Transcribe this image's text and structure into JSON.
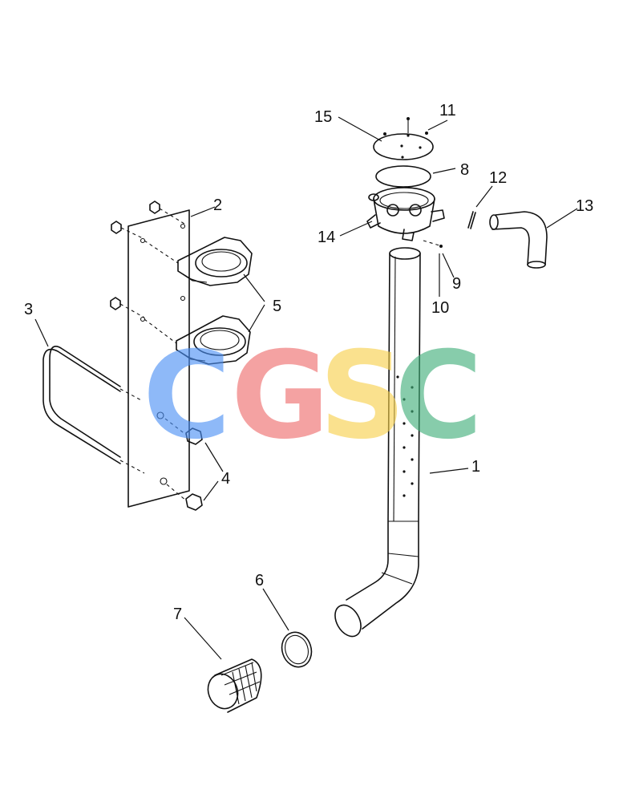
{
  "callouts": [
    {
      "id": "1",
      "label": "1"
    },
    {
      "id": "2",
      "label": "2"
    },
    {
      "id": "3",
      "label": "3"
    },
    {
      "id": "4",
      "label": "4"
    },
    {
      "id": "5",
      "label": "5"
    },
    {
      "id": "6",
      "label": "6"
    },
    {
      "id": "7",
      "label": "7"
    },
    {
      "id": "8",
      "label": "8"
    },
    {
      "id": "9",
      "label": "9"
    },
    {
      "id": "10",
      "label": "10"
    },
    {
      "id": "11",
      "label": "11"
    },
    {
      "id": "12",
      "label": "12"
    },
    {
      "id": "13",
      "label": "13"
    },
    {
      "id": "14",
      "label": "14"
    },
    {
      "id": "15",
      "label": "15"
    }
  ],
  "watermark": {
    "letters": [
      "C",
      "G",
      "S",
      "C"
    ],
    "colors": [
      "#4a8ff5",
      "#ee6a6a",
      "#f7d04a",
      "#3fae78"
    ]
  }
}
